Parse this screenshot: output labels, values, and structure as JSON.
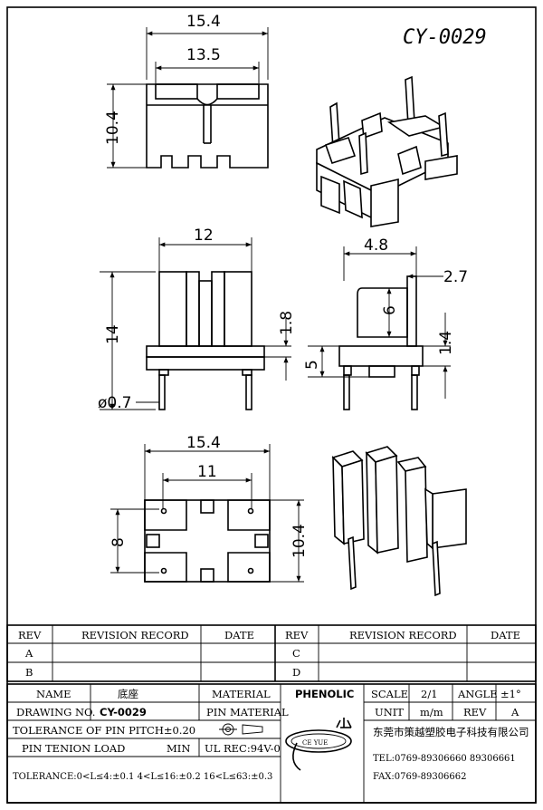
{
  "drawing": {
    "part_no": "CY-0029",
    "top_view": {
      "width": "15.4",
      "inner_width": "13.5",
      "height": "10.4"
    },
    "front_view": {
      "width": "12",
      "height": "14",
      "slot": "1.8",
      "pin_dia": "ø0.7"
    },
    "side_view": {
      "depth": "4.8",
      "flange": "2.7",
      "tab": "6",
      "step": "1.4",
      "base": "5"
    },
    "bottom_view": {
      "width": "15.4",
      "pitch_x": "11",
      "pitch_y": "8",
      "height": "10.4"
    }
  },
  "revision": {
    "headers": {
      "rev": "REV",
      "record": "REVISION RECORD",
      "date": "DATE"
    },
    "rows_left": [
      "A",
      "B"
    ],
    "rows_right": [
      "C",
      "D"
    ]
  },
  "title_block": {
    "name_label": "NAME",
    "name_value": "底座",
    "material_label": "MATERIAL",
    "material_value": "PHENOLIC",
    "drawing_no_label": "DRAWING NO.",
    "drawing_no_value": "CY-0029",
    "pin_material_label": "PIN MATERIAL",
    "pin_pitch_tol": "TOLERANCE OF PIN PITCH±0.20",
    "pin_tension_label": "PIN TENION LOAD",
    "pin_tension_unit": "MIN",
    "ul_rec": "UL REC:94V-0",
    "tolerance": "TOLERANCE:0<L≤4:±0.1  4<L≤16:±0.2  16<L≤63:±0.3",
    "scale_label": "SCALE",
    "scale_value": "2/1",
    "angle_label": "ANGLE",
    "angle_value": "±1°",
    "unit_label": "UNIT",
    "unit_value": "m/m",
    "rev_label": "REV",
    "rev_value": "A",
    "company": "东莞市策越塑胶电子科技有限公司",
    "tel": "TEL:0769-89306660 89306661",
    "fax": "FAX:0769-89306662",
    "logo_text": "CE YUE"
  }
}
